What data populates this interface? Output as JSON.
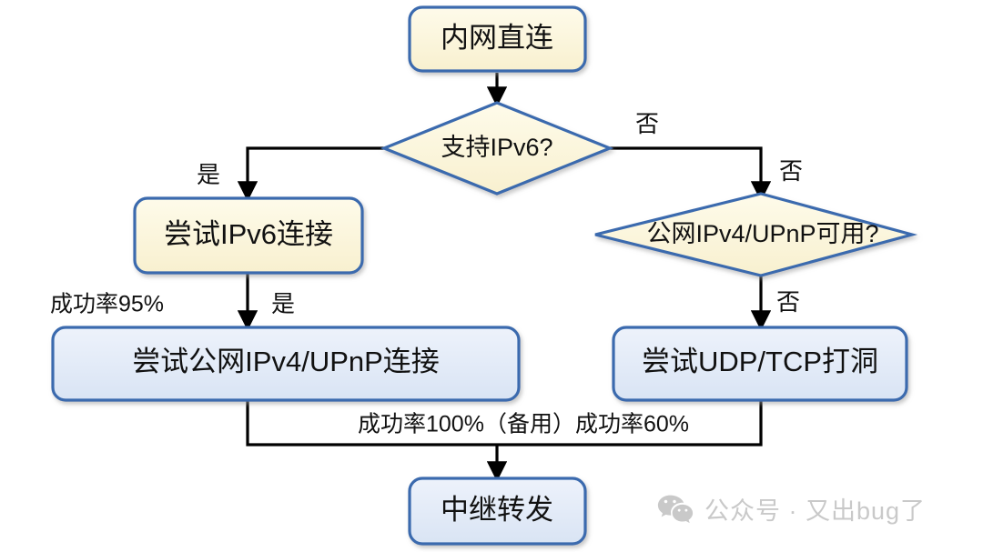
{
  "diagram": {
    "title_text": "内网直连",
    "type": "flowchart",
    "colors": {
      "border_blue": "#3A6BAE",
      "fill_cream": "#FBF5DC",
      "fill_blue": "#E3EBF7",
      "line_black": "#000000",
      "watermark_gray": "#C9C9C9"
    },
    "nodes": [
      {
        "id": "start",
        "label": "内网直连",
        "shape": "rounded-rect",
        "fill": "cream"
      },
      {
        "id": "q_ipv6",
        "label": "支持IPv6?",
        "shape": "diamond",
        "fill": "cream"
      },
      {
        "id": "try_ipv6",
        "label": "尝试IPv6连接",
        "shape": "rounded-rect",
        "fill": "cream"
      },
      {
        "id": "q_ipv4",
        "label": "公网IPv4/UPnP可用?",
        "shape": "diamond",
        "fill": "cream"
      },
      {
        "id": "try_ipv4",
        "label": "尝试公网IPv4/UPnP连接",
        "shape": "rounded-rect",
        "fill": "blue"
      },
      {
        "id": "try_hole",
        "label": "尝试UDP/TCP打洞",
        "shape": "rounded-rect",
        "fill": "blue"
      },
      {
        "id": "relay",
        "label": "中继转发",
        "shape": "rounded-rect",
        "fill": "blue"
      }
    ],
    "edge_labels": {
      "yes_ipv6": "是",
      "no_ipv6_top": "否",
      "no_ipv6_right": "否",
      "yes_ipv4": "是",
      "no_ipv4": "否"
    },
    "rate_labels": {
      "ipv6_rate": "成功率95%",
      "ipv4_rate": "成功率100%（备用）",
      "hole_rate": "成功率60%"
    }
  },
  "watermark": {
    "icon": "wechat-icon",
    "text": "公众号 · 又出bug了"
  }
}
